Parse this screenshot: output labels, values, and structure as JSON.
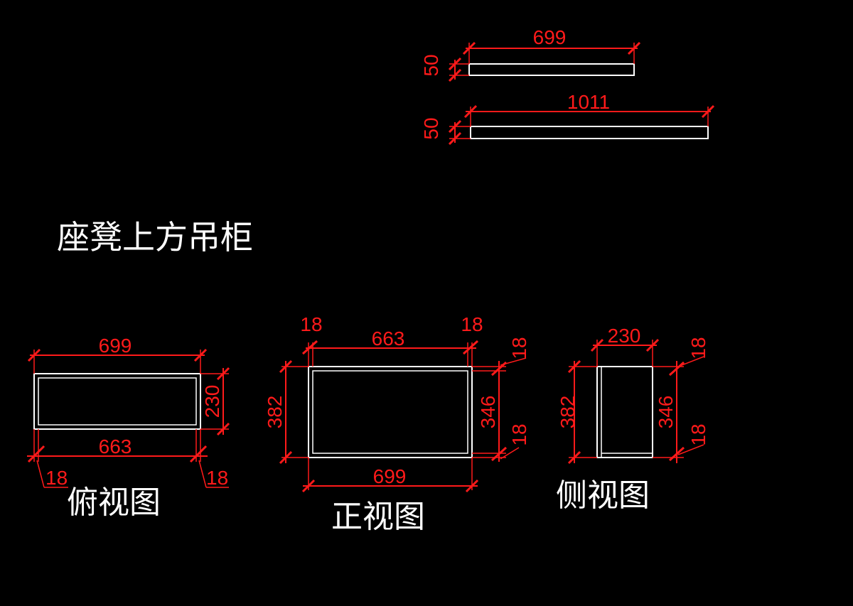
{
  "title": "座凳上方吊柜",
  "views": {
    "top": "俯视图",
    "front": "正视图",
    "side": "侧视图"
  },
  "dims": {
    "board1_length": "699",
    "board1_thick": "50",
    "board2_length": "1011",
    "board2_thick": "50",
    "top_outer": "699",
    "top_inner": "663",
    "top_depth": "230",
    "top_left_t": "18",
    "top_right_t": "18",
    "front_left_t": "18",
    "front_inner": "663",
    "front_right_t": "18",
    "front_height": "382",
    "front_inner_h": "346",
    "front_top_t": "18",
    "front_bot_t": "18",
    "front_width": "699",
    "side_depth": "230",
    "side_height": "382",
    "side_inner_h": "346",
    "side_top_t": "18",
    "side_bot_t": "18"
  },
  "colors": {
    "background": "#000000",
    "dimension": "#ff1a1a",
    "outline": "#ffffff"
  }
}
